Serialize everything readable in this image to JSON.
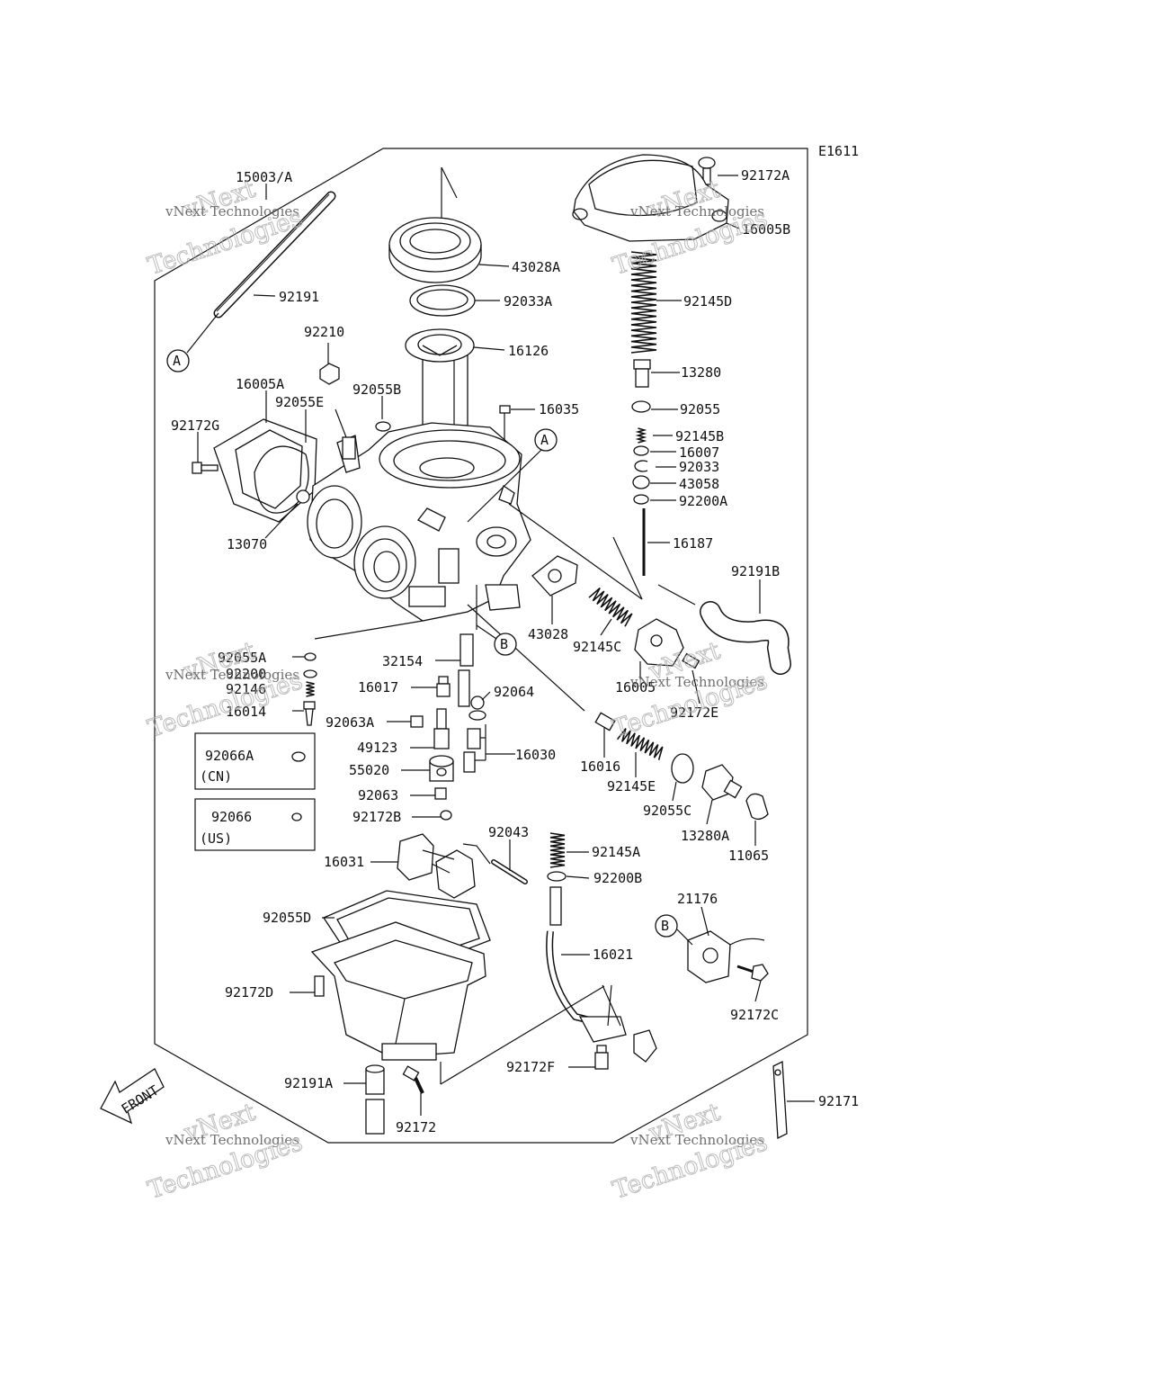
{
  "figure_code": "E1611",
  "watermark": {
    "line1": "vNext Technologies",
    "line2": "Technologies",
    "line3": "vNext"
  },
  "callout_a": "A",
  "callout_b": "B",
  "front_label": "FRONT",
  "region_boxes": {
    "cn_part": "92066A",
    "cn_region": "(CN)",
    "us_part": "92066",
    "us_region": "(US)"
  },
  "part_numbers": {
    "p15003a": "15003/A",
    "p92191": "92191",
    "p43028a": "43028A",
    "p92033a": "92033A",
    "p16126": "16126",
    "p92210": "92210",
    "p16005a": "16005A",
    "p92055e": "92055E",
    "p92055b": "92055B",
    "p16035": "16035",
    "p92172g": "92172G",
    "p13070": "13070",
    "p92172a": "92172A",
    "p16005b": "16005B",
    "p92145d": "92145D",
    "p13280": "13280",
    "p92055": "92055",
    "p92145b": "92145B",
    "p16007": "16007",
    "p92033": "92033",
    "p43058": "43058",
    "p92200a": "92200A",
    "p16187": "16187",
    "p92191b": "92191B",
    "p43028": "43028",
    "p92145c": "92145C",
    "p16005": "16005",
    "p92172e": "92172E",
    "p92055a": "92055A",
    "p92200": "92200",
    "p92146": "92146",
    "p16014": "16014",
    "p32154": "32154",
    "p16017": "16017",
    "p92064": "92064",
    "p92063a": "92063A",
    "p49123": "49123",
    "p16030": "16030",
    "p55020": "55020",
    "p92063": "92063",
    "p92172b": "92172B",
    "p16016": "16016",
    "p92145e": "92145E",
    "p92055c": "92055C",
    "p13280a": "13280A",
    "p11065": "11065",
    "p92043": "92043",
    "p16031": "16031",
    "p92145a": "92145A",
    "p92200b": "92200B",
    "p21176": "21176",
    "p92055d": "92055D",
    "p16021": "16021",
    "p92172c": "92172C",
    "p92172d": "92172D",
    "p92191a": "92191A",
    "p92172f": "92172F",
    "p92172": "92172",
    "p92171": "92171"
  }
}
